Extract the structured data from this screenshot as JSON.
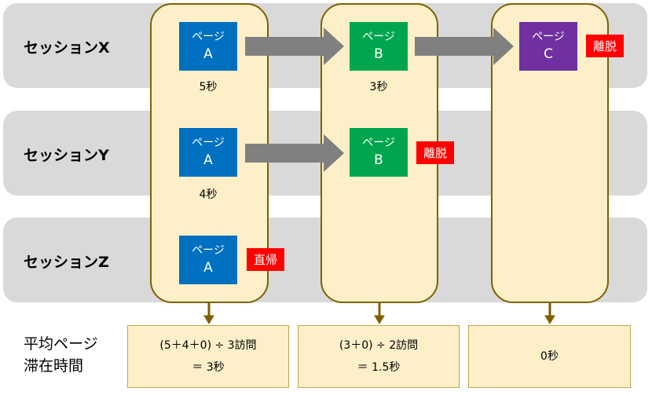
{
  "sessions": [
    "セッションX",
    "セッションY",
    "セッションZ"
  ],
  "page_label": "ページ",
  "pages": {
    "a": "A",
    "b": "B",
    "c": "C"
  },
  "tags": {
    "exit": "離脱",
    "bounce": "直帰"
  },
  "times": {
    "x_a": "5秒",
    "x_b": "3秒",
    "y_a": "4秒"
  },
  "avg_label": [
    "平均ページ",
    "滞在時間"
  ],
  "summaries": {
    "a": [
      "(5＋4＋0) ÷ 3訪問",
      "＝ 3秒"
    ],
    "b": [
      "(3＋0) ÷ 2訪問",
      "＝ 1.5秒"
    ],
    "c": "0秒"
  },
  "colors": {
    "page_a": "#0070c0",
    "page_b": "#00a64f",
    "page_c": "#7030a0",
    "tag": "#ff0000",
    "arrow": "#808080",
    "column_border": "#7f6000",
    "column_fill": "#fdf0c8",
    "band": "#d9d9d9"
  }
}
